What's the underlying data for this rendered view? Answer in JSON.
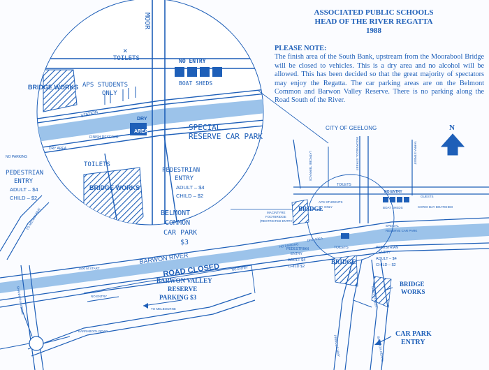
{
  "title": {
    "line1": "ASSOCIATED PUBLIC SCHOOLS",
    "line2": "HEAD OF THE RIVER REGATTA",
    "year": "1988"
  },
  "notice": {
    "heading": "PLEASE NOTE:",
    "body": "The finish area of the South Bank, upstream from the Moorabool Bridge will be closed to vehicles. This is a dry area and no alcohol will be allowed. This has been decided so that the great majority of spectators may enjoy the Regatta. The car parking areas are on the Belmont Common and Barwon Valley Reserve. There is no parking along the Road South of the River."
  },
  "inset": {
    "moor": "MOOR",
    "toilets_top": "TOILETS",
    "no_entry": "NO ENTRY",
    "boat_sheds": "BOAT SHEDS",
    "bridge_works": "BRIDGE WORKS",
    "aps_students": "APS STUDENTS",
    "only": "ONLY",
    "station": "STATION",
    "finish": "FINISH",
    "dry": "DRY",
    "area": "AREA",
    "special_reserve_1": "SPECIAL",
    "special_reserve_2": "RESERVE CAR PARK",
    "finish_reserve": "FINISH RESERVE",
    "no_parking": "NO PARKING",
    "dry_area": "DRY AREA",
    "toilets_bottom": "TOILETS",
    "bridge_works_2": "BRIDGE WORKS",
    "ped_entry_left_1": "PEDESTRIAN",
    "ped_entry_left_2": "ENTRY",
    "adult_left": "ADULT – $4",
    "child_left": "CHILD – $2",
    "ped_entry_right_1": "PEDESTRIAN",
    "ped_entry_right_2": "ENTRY",
    "adult_right": "ADULT – $4",
    "child_right": "CHILD – $2",
    "belmont_1": "BELMONT",
    "belmont_2": "COMMON",
    "belmont_3": "CAR PARK",
    "belmont_4": "$3"
  },
  "main": {
    "city": "CITY OF GEELONG",
    "north": "N",
    "latrobe": "LATROBE TERRACE",
    "moorabool_st": "MOORABOOL STREET",
    "yarra_st": "YARRA STREET",
    "toilets": "TOILETS",
    "no_entry": "NO ENTRY",
    "guests": "GUESTS",
    "boat_sheds": "BOAT SHEDS",
    "corio": "CORIO BAY BOATSHED",
    "bridge": "BRIDGE",
    "aps": "APS STUDENTS",
    "aps_only": "ONLY",
    "macintyre_1": "MACINTYRE",
    "macintyre_2": "FOOTBRIDGE",
    "macintyre_3": "(RESTRICTED ENTRY)",
    "special_1": "SPECIAL",
    "special_2": "RESERVE CAR PARK",
    "no_parking": "NO PARKING",
    "dry_area": "DRY AREA",
    "toilets_2": "TOILETS",
    "bridge_2": "BRIDGE",
    "ped_left_1": "PEDESTRIAN",
    "ped_left_2": "ENTRY",
    "adult_left": "ADULT $4",
    "child_left": "CHILD $2",
    "ped_right_1": "PEDESTRIAN",
    "ped_right_2": "ENTRY",
    "adult_right": "ADULT – $4",
    "child_right": "CHILD – $2",
    "bridge_works_1": "BRIDGE",
    "bridge_works_2": "WORKS",
    "car_park_1": "CAR PARK",
    "car_park_2": "ENTRY",
    "start": "1500 M START",
    "barwon_river": "BARWON RIVER",
    "road_closed": "ROAD CLOSED",
    "no_entry_2": "NO ENTRY",
    "no_entry_3": "NO ENTRY",
    "barwon_valley_1": "BARWON VALLEY",
    "barwon_valley_2": "RESERVE",
    "barwon_valley_3": "PARKING $3",
    "to_melbourne_1": "TO MELBOURNE",
    "to_melbourne_2": "TO MELBOURNE",
    "barrabool": "BARRABOOL ROAD",
    "shannon": "SHANNON AVENUE",
    "carr": "CARR STREET",
    "princes": "PRINCES HWY",
    "barwon_heads": "BARWON HEADS"
  },
  "colors": {
    "ink": "#1e5fb8",
    "water": "#9cc3ea",
    "paper": "#fbfcff"
  }
}
